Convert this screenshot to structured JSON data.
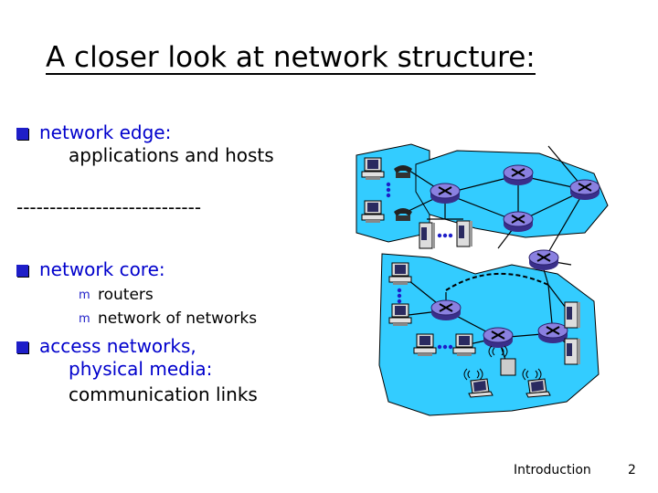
{
  "slide": {
    "title": "A closer look at network structure:",
    "edge_label": "network edge:",
    "edge_desc": "applications and hosts",
    "separator": "----------------------------",
    "core_label": "network core:",
    "core_items": [
      "routers",
      "network of networks"
    ],
    "access_line1": "access networks,",
    "access_line2": "physical media:",
    "access_line3": "communication links",
    "footer_left": "Introduction",
    "page_number": "2"
  },
  "colors": {
    "cloud": "#33ccff",
    "router": "#7a6fd0",
    "accent_text": "#0000cc",
    "bullet": "#1e1ec8"
  }
}
